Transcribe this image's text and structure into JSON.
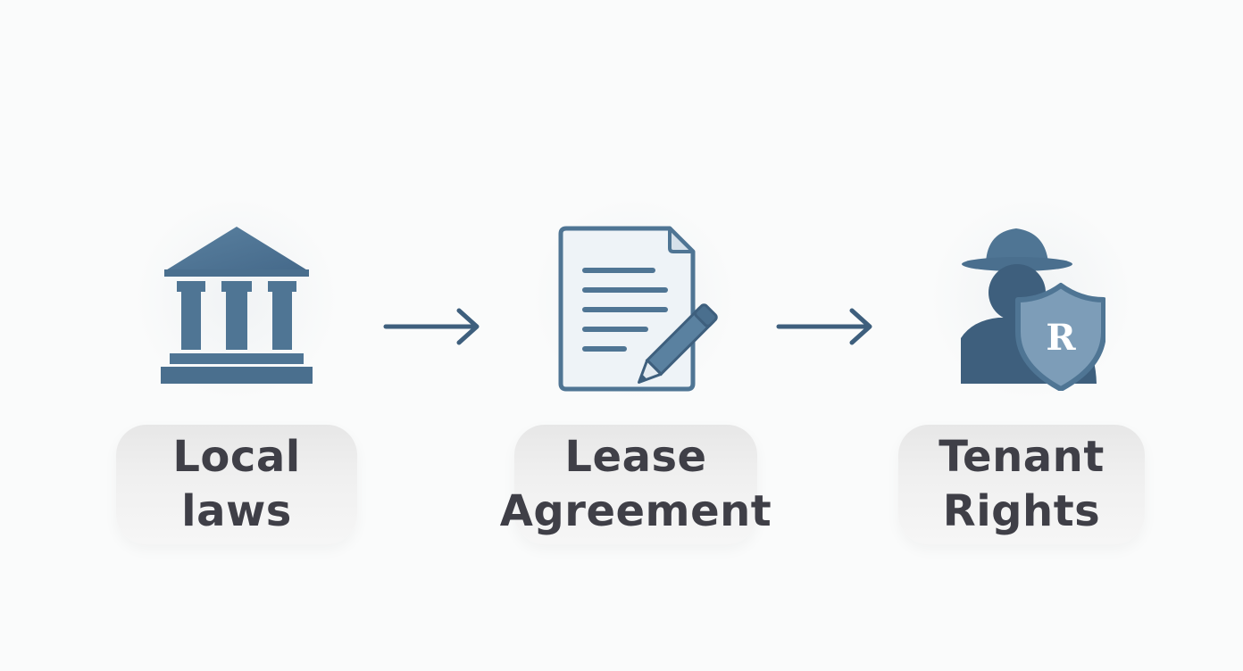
{
  "colors": {
    "icon_primary": "#4f7594",
    "icon_dark": "#3e5f7d",
    "icon_light": "#eef3f7",
    "shield_fill": "#7d9db8",
    "label_text": "#3f3f47",
    "label_bg": "#ececec",
    "background": "#fafbfb"
  },
  "steps": [
    {
      "icon": "courthouse-icon",
      "label_lines": [
        "Local",
        "laws"
      ]
    },
    {
      "icon": "document-pencil-icon",
      "label_lines": [
        "Lease",
        "Agreement"
      ]
    },
    {
      "icon": "tenant-shield-icon",
      "badge_letter": "R",
      "label_lines": [
        "Tenant",
        "Rights"
      ]
    }
  ],
  "connectors": [
    {
      "icon": "arrow-right-icon"
    },
    {
      "icon": "arrow-right-icon"
    }
  ]
}
